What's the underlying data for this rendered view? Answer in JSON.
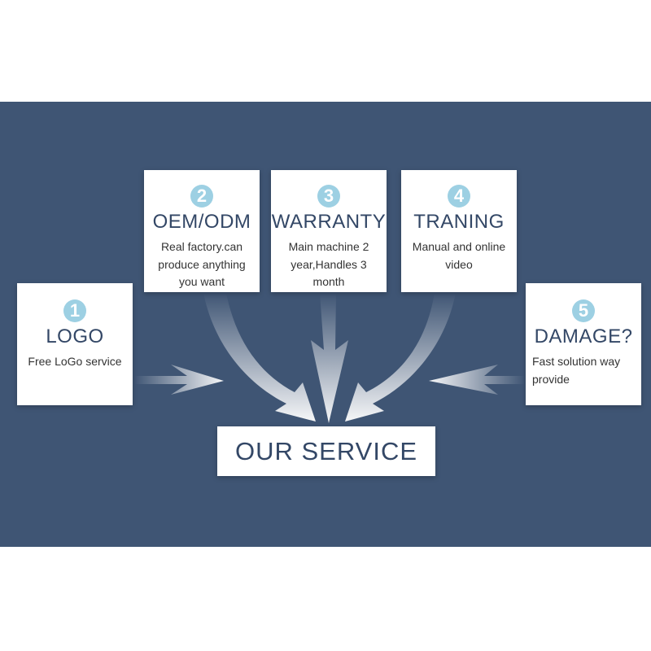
{
  "colors": {
    "panel": "#3f5574",
    "badge": "#9dd0e3",
    "title": "#334766"
  },
  "cards": [
    {
      "number": "1",
      "title": "LOGO",
      "description": "Free LoGo service"
    },
    {
      "number": "2",
      "title": "OEM/ODM",
      "description": "Real factory.can produce anything you want"
    },
    {
      "number": "3",
      "title": "WARRANTY",
      "description": "Main machine 2 year,Handles 3 month"
    },
    {
      "number": "4",
      "title": "TRANING",
      "description": "Manual and online video"
    },
    {
      "number": "5",
      "title": "DAMAGE?",
      "description": "Fast solution way provide"
    }
  ],
  "center": {
    "label": "OUR SERVICE"
  }
}
